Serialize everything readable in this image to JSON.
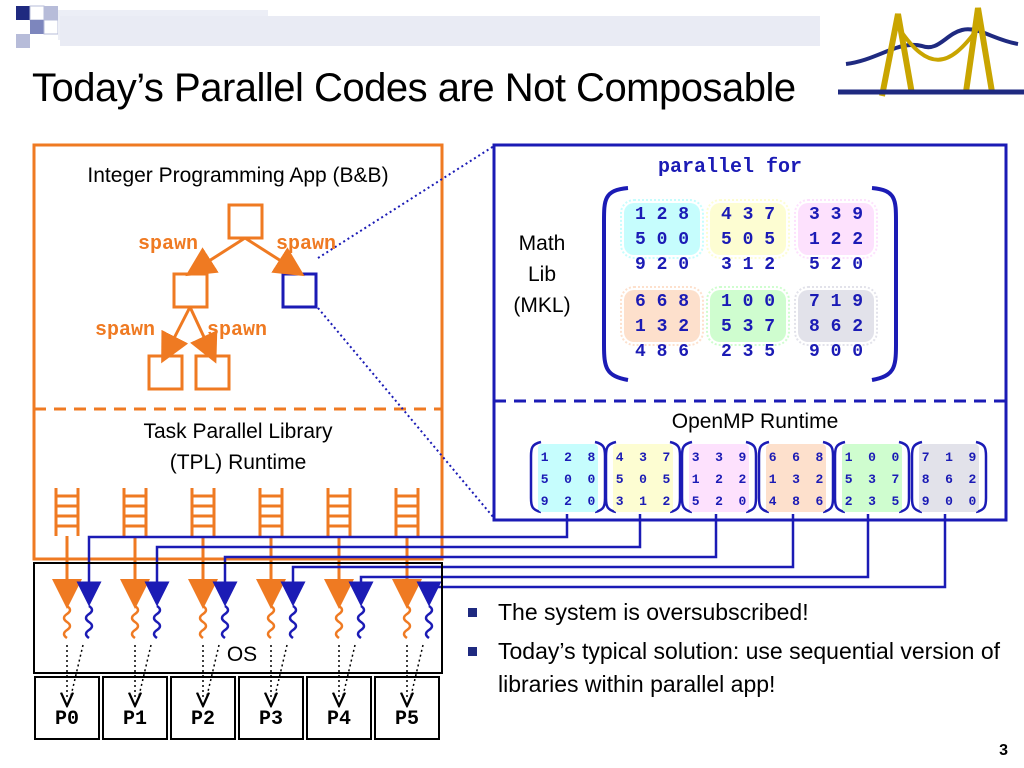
{
  "title": "Today’s Parallel Codes are Not Composable",
  "left_panel": {
    "app_label": "Integer Programming App (B&B)",
    "spawn_labels": [
      "spawn",
      "spawn",
      "spawn",
      "spawn"
    ],
    "runtime_label_1": "Task Parallel Library",
    "runtime_label_2": "(TPL) Runtime"
  },
  "right_panel": {
    "parallel_for": "parallel for",
    "math_lib": [
      "Math",
      "Lib",
      "(MKL)"
    ],
    "openmp_label": "OpenMP Runtime",
    "matrix_cells": [
      {
        "rows": [
          "1 2 8",
          "5 0 0",
          "9 2 0"
        ],
        "color": "#c6fdfd"
      },
      {
        "rows": [
          "4 3 7",
          "5 0 5",
          "3 1 2"
        ],
        "color": "#fdfdd2"
      },
      {
        "rows": [
          "3 3 9",
          "1 2 2",
          "5 2 0"
        ],
        "color": "#fde1fd"
      },
      {
        "rows": [
          "6 6 8",
          "1 3 2",
          "4 8 6"
        ],
        "color": "#fde0cc"
      },
      {
        "rows": [
          "1 0 0",
          "5 3 7",
          "2 3 5"
        ],
        "color": "#cffdcf"
      },
      {
        "rows": [
          "7 1 9",
          "8 6 2",
          "9 0 0"
        ],
        "color": "#e2e2ea"
      }
    ]
  },
  "os_label": "OS",
  "processors": [
    "P0",
    "P1",
    "P2",
    "P3",
    "P4",
    "P5"
  ],
  "bullets": [
    "The system is oversubscribed!",
    "Today’s typical solution: use sequential version of libraries within parallel app!"
  ],
  "page_number": "3",
  "colors": {
    "orange": "#ef7a22",
    "blue": "#1b1bb5",
    "navy": "#1f2a80"
  }
}
